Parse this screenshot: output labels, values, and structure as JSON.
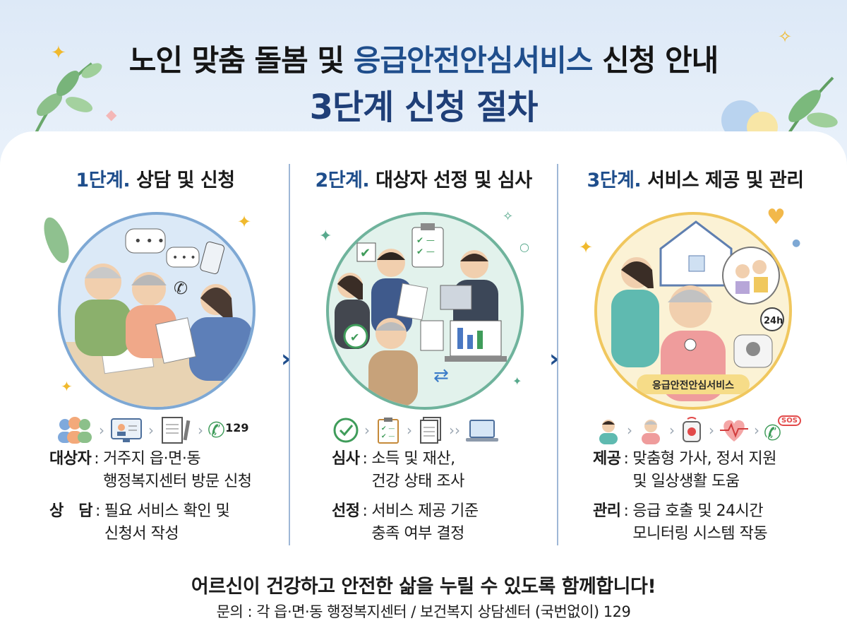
{
  "header": {
    "title_pre": "노인 맞춤 돌봄 및 ",
    "title_highlight": "응급안전안심서비스",
    "title_post": " 신청 안내",
    "subtitle": "3단계 신청 절차"
  },
  "steps": [
    {
      "num": "1단계.",
      "title": "상담 및 신청",
      "icons": [
        "people-icon",
        "monitor-profile-icon",
        "document-pen-icon",
        "phone-icon"
      ],
      "phone_number": "129",
      "rows": [
        {
          "label": "대상자",
          "lines": [
            "거주지 읍·면·동",
            "행정복지센터 방문 신청"
          ]
        },
        {
          "label": "상　담",
          "lines": [
            "필요 서비스 확인 및",
            "신청서 작성"
          ]
        }
      ]
    },
    {
      "num": "2단계.",
      "title": "대상자 선정 및 심사",
      "icons": [
        "check-circle-icon",
        "clipboard-checklist-icon",
        "document-icon",
        "laptop-icon"
      ],
      "rows": [
        {
          "label": "심사",
          "lines": [
            "소득 및 재산,",
            "건강 상태 조사"
          ]
        },
        {
          "label": "선정",
          "lines": [
            "서비스 제공 기준",
            "충족 여부 결정"
          ]
        }
      ]
    },
    {
      "num": "3단계.",
      "title": "서비스 제공 및 관리",
      "icons": [
        "caregiver-icon",
        "elderly-icon",
        "emergency-button-icon",
        "heartbeat-icon",
        "sos-phone-icon"
      ],
      "device_label": "응급안전안심서비스",
      "badge_24h": "24h",
      "sos": "SOS",
      "rows": [
        {
          "label": "제공",
          "lines": [
            "맞춤형 가사, 정서 지원",
            "및 일상생활 도움"
          ]
        },
        {
          "label": "관리",
          "lines": [
            "응급 호출 및 24시간",
            "모니터링 시스템 작동"
          ]
        }
      ]
    }
  ],
  "footer": {
    "slogan": "어르신이 건강하고 안전한 삶을 누릴 수 있도록 함께합니다!",
    "contact": "문의 : 각 읍·면·동 행정복지센터 / 보건복지 상담센터 (국번없이) 129"
  },
  "colors": {
    "accent": "#1f4e8c",
    "gold": "#f0b92d",
    "green": "#3f9c5a"
  }
}
